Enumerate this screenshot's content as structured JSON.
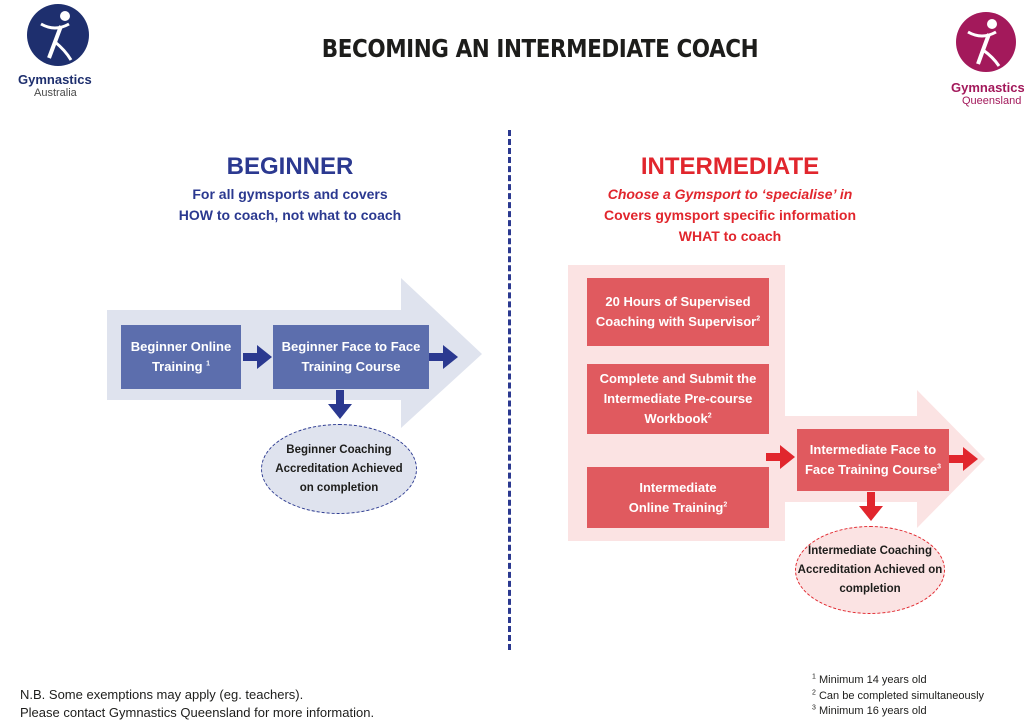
{
  "title": "BECOMING AN INTERMEDIATE COACH",
  "logos": {
    "left": {
      "name": "Gymnastics",
      "sub": "Australia"
    },
    "right": {
      "name": "Gymnastics",
      "sub": "Queensland"
    }
  },
  "beginner": {
    "heading": "BEGINNER",
    "sub_line1": "For all gymsports and covers",
    "sub_line2": "HOW to coach, not what to coach",
    "box1_line1": "Beginner Online",
    "box1_line2": "Training",
    "box1_sup": "1",
    "box2_line1": "Beginner Face to Face",
    "box2_line2": "Training Course",
    "oval_line1": "Beginner Coaching",
    "oval_line2": "Accreditation Achieved",
    "oval_line3": "on completion"
  },
  "intermediate": {
    "heading": "INTERMEDIATE",
    "sub_line1": "Choose a Gymsport to ‘specialise’ in",
    "sub_line2": "Covers gymsport specific information",
    "sub_line3": "WHAT to coach",
    "step1_line1": "20 Hours of Supervised",
    "step1_line2": "Coaching with Supervisor",
    "step1_sup": "2",
    "step2_line1": "Complete and Submit the",
    "step2_line2": "Intermediate Pre-course",
    "step2_line3": "Workbook",
    "step2_sup": "2",
    "step3_line1": "Intermediate",
    "step3_line2": "Online Training",
    "step3_sup": "2",
    "course_line1": "Intermediate Face to",
    "course_line2": "Face Training Course",
    "course_sup": "3",
    "oval_line1": "Intermediate Coaching",
    "oval_line2": "Accreditation Achieved on",
    "oval_line3": "completion"
  },
  "note_line1": "N.B. Some exemptions may apply (eg. teachers).",
  "note_line2": "Please contact Gymnastics Queensland for more information.",
  "footnotes": [
    {
      "num": "1",
      "text": "Minimum 14 years old"
    },
    {
      "num": "2",
      "text": "Can be completed simultaneously"
    },
    {
      "num": "3",
      "text": "Minimum 16 years old"
    }
  ],
  "colors": {
    "blue": "#2b3990",
    "red": "#e1262d",
    "gq_logo": "#a3195b"
  }
}
